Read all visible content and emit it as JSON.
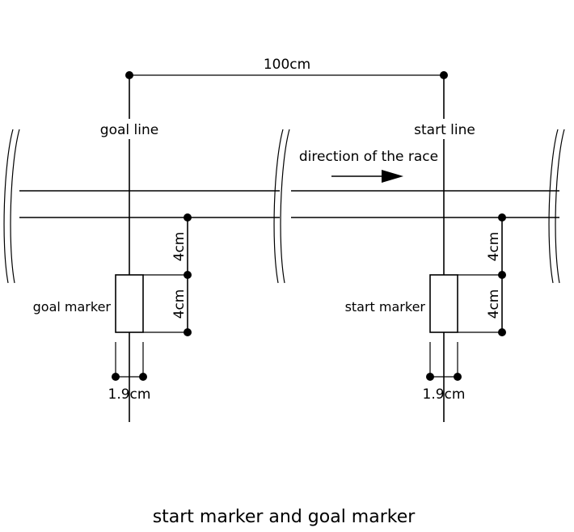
{
  "labels": {
    "distance": "100cm",
    "goal_line": "goal line",
    "start_line": "start line",
    "direction": "direction of the race",
    "goal_marker": "goal marker",
    "start_marker": "start marker",
    "gap_upper": "4cm",
    "marker_length": "4cm",
    "marker_width": "1.9cm",
    "caption": "start marker and goal marker"
  }
}
